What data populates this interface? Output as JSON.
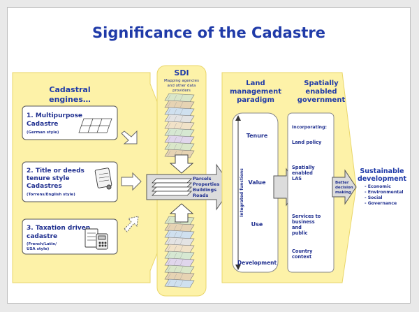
{
  "title": "Significance of the Cadastre",
  "engines": {
    "heading_l1": "Cadastral",
    "heading_l2": "engines…",
    "items": [
      {
        "l1": "1. Multipurpose",
        "l2": "Cadastre",
        "sub": "(German style)"
      },
      {
        "l1": "2. Title or deeds",
        "l2": "tenure style",
        "l3": "Cadastres",
        "sub": "(Torrens/English style)"
      },
      {
        "l1": "3. Taxation driven",
        "l2": "cadastre",
        "sub1": "(French/Latin/",
        "sub2": "USA style)"
      }
    ]
  },
  "sdi": {
    "title": "SDI",
    "sub1": "Mapping agencies",
    "sub2": "and other data",
    "sub3": "providers",
    "layers": [
      "Parcels",
      "Properties",
      "Buildings",
      "Roads"
    ]
  },
  "paradigm": {
    "h1": "Land",
    "h2": "management",
    "h3": "paradigm",
    "vertical": "Integrated functions",
    "items": [
      "Tenure",
      "Value",
      "Use",
      "Development"
    ]
  },
  "government": {
    "h1": "Spatially",
    "h2": "enabled",
    "h3": "government",
    "incorporating": "Incorporating:",
    "land_policy": "Land policy",
    "las": [
      "Spatially",
      "enabled",
      "LAS"
    ],
    "services": [
      "Services to",
      "business",
      "and",
      "public"
    ],
    "country": [
      "Country",
      "context"
    ]
  },
  "decision": [
    "Better",
    "decision",
    "making"
  ],
  "outcome": {
    "h1": "Sustainable",
    "h2": "development",
    "items": [
      "- Economic",
      "- Environmental",
      "- Social",
      "- Governance"
    ]
  },
  "colors": {
    "title": "#1f3aa8",
    "heading": "#1f3aa8",
    "band": "#fdf2a8",
    "band_edge": "#e9d66a",
    "navy_text": "#1f2f8f"
  }
}
